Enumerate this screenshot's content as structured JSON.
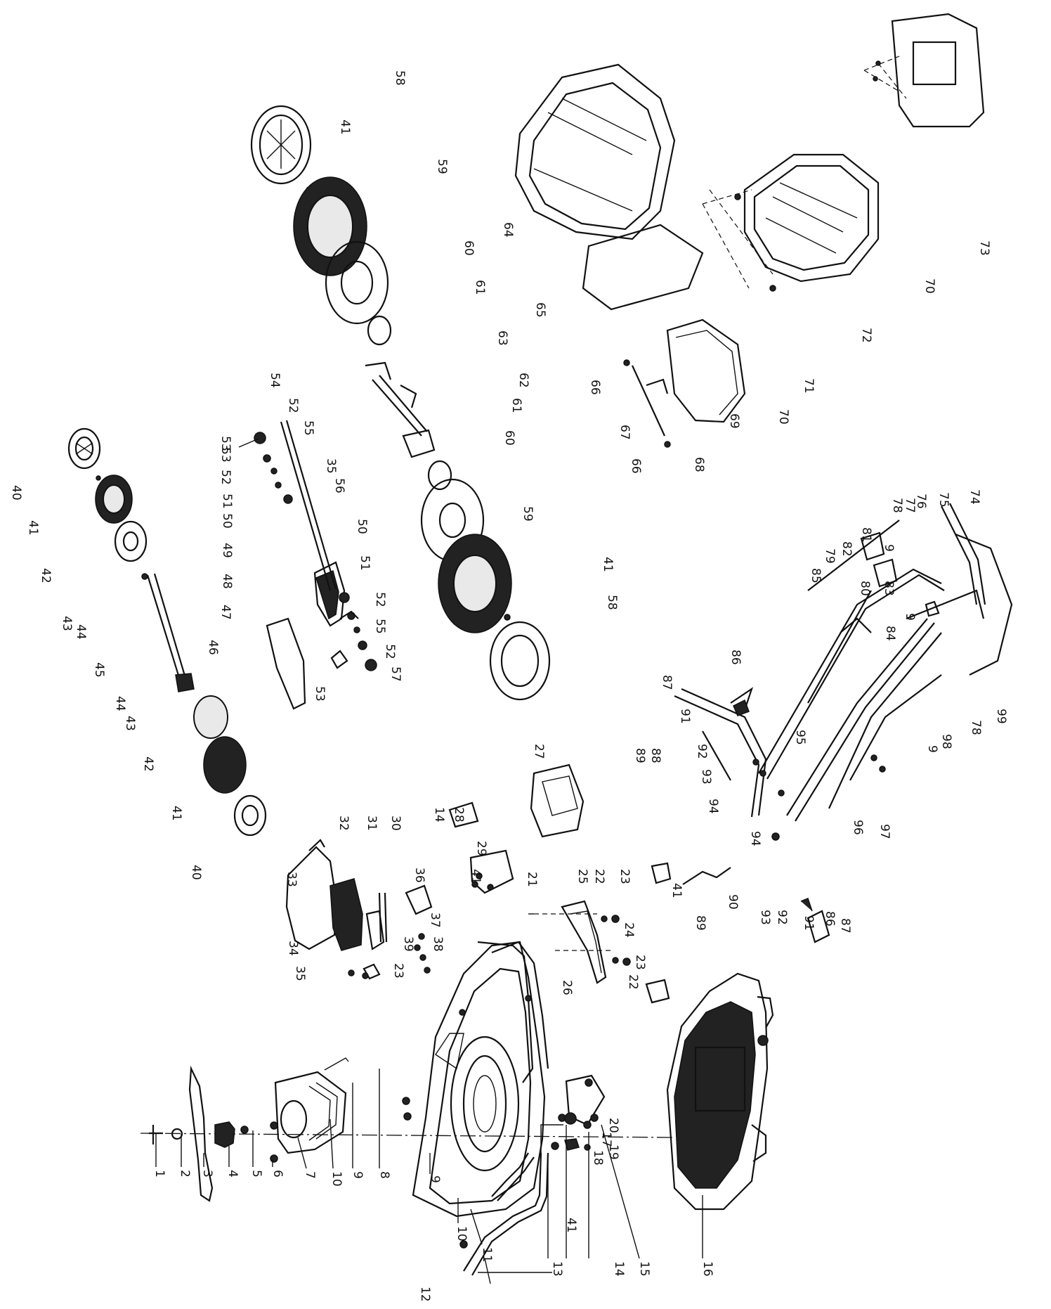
{
  "diagram": {
    "part_numbers": [
      "1",
      "2",
      "3",
      "4",
      "5",
      "6",
      "7",
      "8",
      "9",
      "9",
      "10",
      "10",
      "11",
      "12",
      "13",
      "14",
      "14",
      "15",
      "16",
      "17",
      "18",
      "19",
      "20",
      "21",
      "22",
      "22",
      "23",
      "23",
      "23",
      "24",
      "25",
      "26",
      "27",
      "28",
      "29",
      "30",
      "31",
      "32",
      "33",
      "34",
      "35",
      "35",
      "36",
      "37",
      "38",
      "39",
      "40",
      "40",
      "41",
      "41",
      "41",
      "41",
      "41",
      "41",
      "41",
      "42",
      "42",
      "43",
      "43",
      "44",
      "44",
      "45",
      "46",
      "47",
      "48",
      "49",
      "50",
      "50",
      "51",
      "51",
      "52",
      "52",
      "52",
      "52",
      "53",
      "53",
      "53",
      "54",
      "55",
      "55",
      "56",
      "57",
      "58",
      "58",
      "59",
      "59",
      "60",
      "60",
      "61",
      "61",
      "62",
      "63",
      "64",
      "65",
      "66",
      "66",
      "67",
      "68",
      "69",
      "70",
      "70",
      "71",
      "72",
      "73",
      "74",
      "75",
      "76",
      "77",
      "78",
      "78",
      "79",
      "80",
      "81",
      "82",
      "83",
      "84",
      "85",
      "86",
      "86",
      "87",
      "87",
      "88",
      "89",
      "89",
      "9",
      "9",
      "9",
      "90",
      "91",
      "91",
      "92",
      "92",
      "93",
      "93",
      "94",
      "94",
      "95",
      "96",
      "97",
      "98",
      "99"
    ]
  }
}
